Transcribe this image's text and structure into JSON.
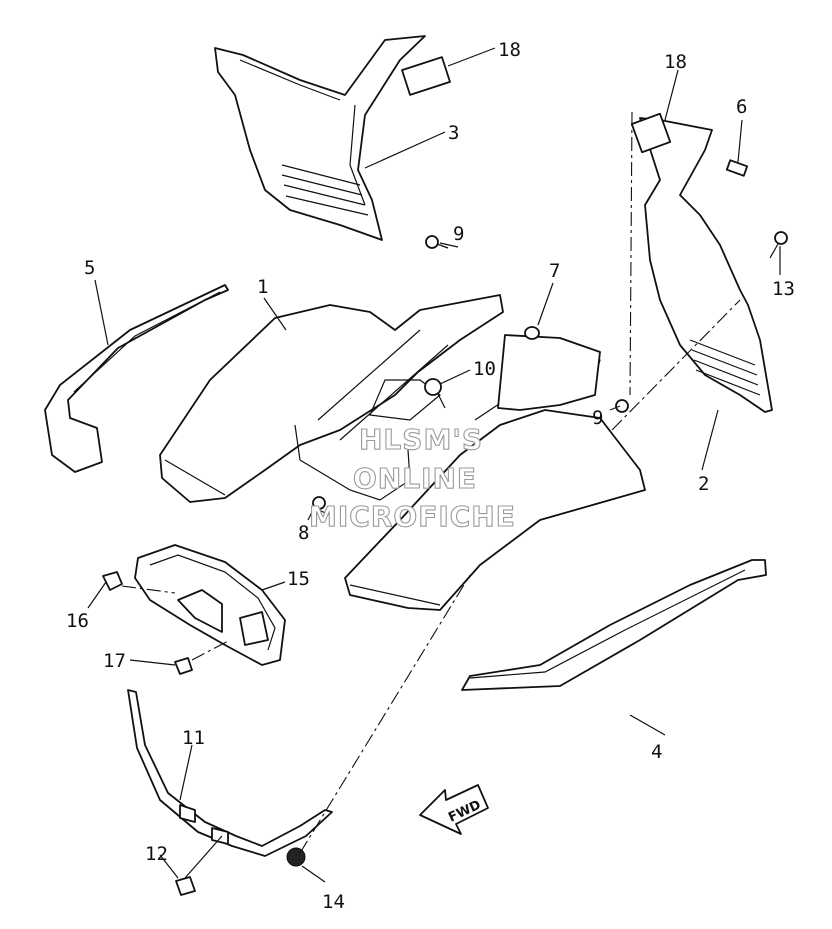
{
  "callouts": {
    "c1": "1",
    "c2": "2",
    "c3": "3",
    "c4": "4",
    "c5": "5",
    "c6": "6",
    "c7": "7",
    "c8": "8",
    "c9a": "9",
    "c9b": "9",
    "c10": "10",
    "c11": "11",
    "c12": "12",
    "c13": "13",
    "c14": "14",
    "c15": "15",
    "c16": "16",
    "c17": "17",
    "c18a": "18",
    "c18b": "18"
  },
  "watermark": {
    "line1": "HLSM'S",
    "line2": "ONLINE",
    "line3": "MICROFICHE"
  },
  "arrow": {
    "label": "FWD"
  }
}
